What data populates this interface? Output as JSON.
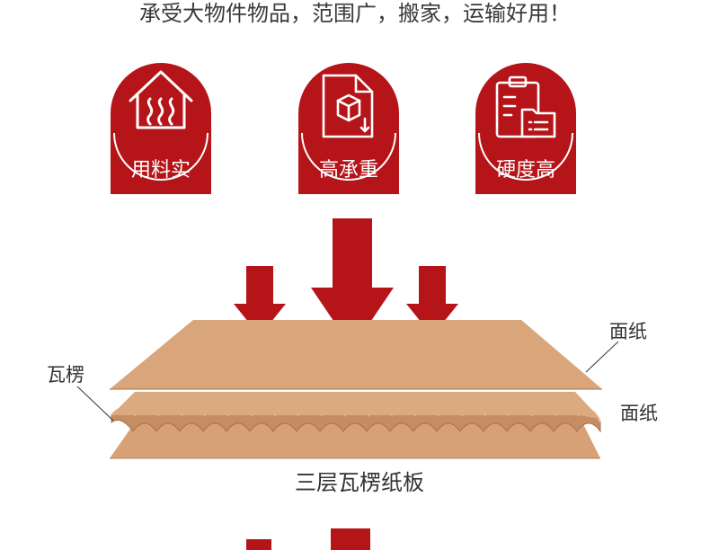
{
  "headline": "承受大物件物品，范围广，搬家，运输好用！",
  "badges": [
    {
      "icon": "house-heat-icon",
      "label": "用料实"
    },
    {
      "icon": "document-box-icon",
      "label": "高承重"
    },
    {
      "icon": "clipboard-folder-icon",
      "label": "硬度高"
    }
  ],
  "diagram": {
    "label_left": "瓦楞",
    "label_top_right": "面纸",
    "label_mid_right": "面纸",
    "caption": "三层瓦楞纸板"
  },
  "colors": {
    "brand_red": "#b51519",
    "kraft": "#d9a57a",
    "kraft_dark": "#c48c62"
  }
}
